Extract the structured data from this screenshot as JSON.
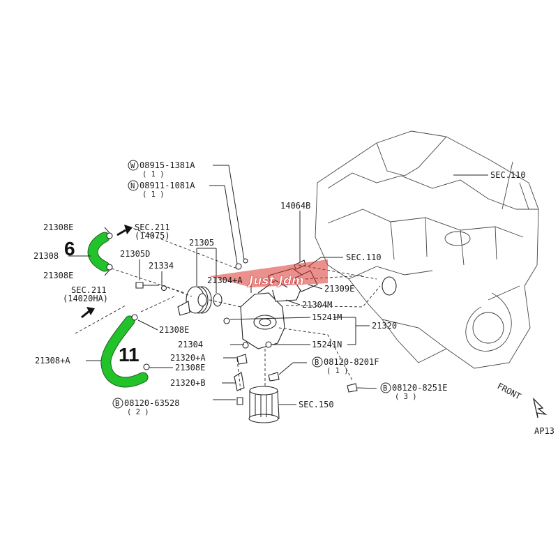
{
  "watermark": "Just Jdm",
  "callouts": {
    "six": "6",
    "eleven": "11"
  },
  "labels": {
    "w_bolt": "08915-1381A",
    "w_bolt_qty": "( 1 )",
    "n_nut": "08911-1081A",
    "n_nut_qty": "( 1 )",
    "sec110_top": "SEC.110",
    "p14064b": "14064B",
    "sec110_mid": "SEC.110",
    "p21308e_a": "21308E",
    "sec211_a": "SEC.211",
    "sec211_a_code": "(14075)",
    "p21308": "21308",
    "p21305d": "21305D",
    "p21305": "21305",
    "p21334": "21334",
    "p21304a": "21304+A",
    "p21309e": "21309E",
    "p21308e_b": "21308E",
    "sec211_b": "SEC.211",
    "sec211_b_code": "(14020HA)",
    "p21304m": "21304M",
    "p15241m": "15241M",
    "p21320": "21320",
    "p21308e_c": "21308E",
    "p21304": "21304",
    "p15241n": "15241N",
    "p21308a": "21308+A",
    "p21320a": "21320+A",
    "p21308e_d": "21308E",
    "b_bolt1": "08120-8201F",
    "b_bolt1_qty": "( 1 )",
    "p21320b": "21320+B",
    "b_bolt2": "08120-8251E",
    "b_bolt2_qty": "( 3 )",
    "b_bolt3": "08120-63528",
    "b_bolt3_qty": "( 2 )",
    "sec150": "SEC.150",
    "front": "FRONT",
    "ref": "AP13"
  },
  "symbols": {
    "w": "W",
    "n": "N",
    "b": "B"
  },
  "colors": {
    "hose": "#22c32a",
    "watermark": "#cc2a2a"
  }
}
